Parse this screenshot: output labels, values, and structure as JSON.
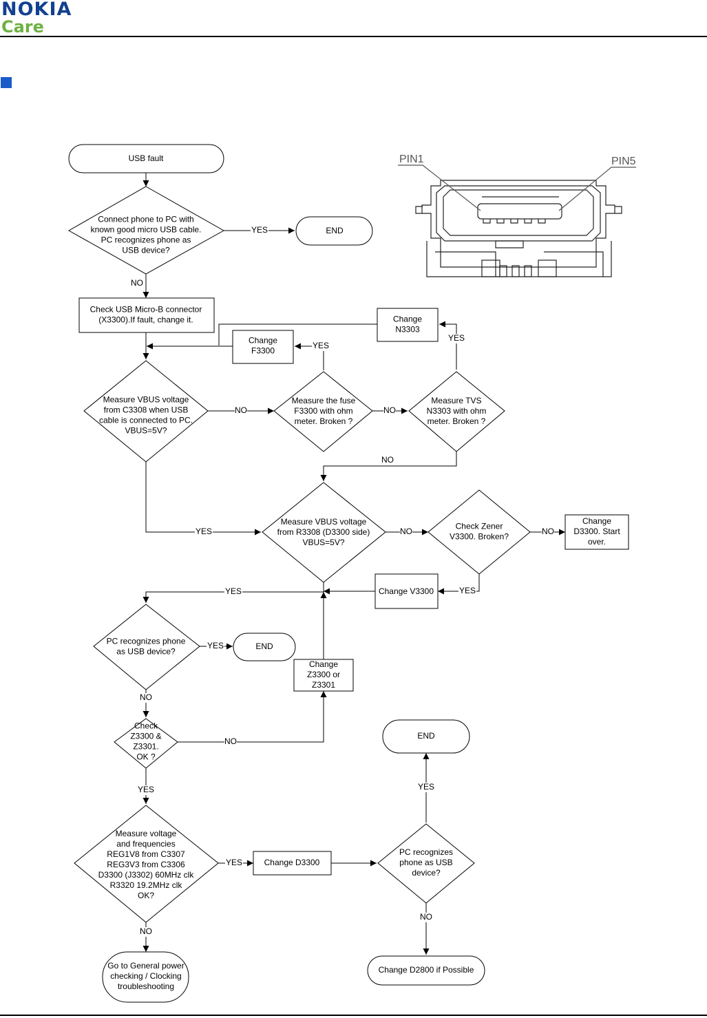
{
  "header": {
    "brand_name": "NOKIA",
    "brand_sub": "Care",
    "brand_color": "#124191",
    "care_color": "#6fb043",
    "rule_color": "#000000",
    "section_marker_color": "#1a5bc8"
  },
  "flowchart": {
    "nodes": {
      "usb_fault": [
        "USB fault"
      ],
      "connect_pc": [
        "Connect phone to PC with",
        "known good micro USB cable.",
        "PC recognizes phone as",
        "USB device?"
      ],
      "end_1": [
        "END"
      ],
      "check_connector": [
        "Check USB Micro-B connector",
        "(X3300).If fault, change it."
      ],
      "change_n3303": [
        "Change",
        "N3303"
      ],
      "change_f3300": [
        "Change",
        "F3300"
      ],
      "measure_vbus_c3308": [
        "Measure VBUS voltage",
        "from C3308 when USB",
        "cable is connected to PC.",
        "VBUS=5V?"
      ],
      "measure_fuse": [
        "Measure the fuse",
        "F3300 with ohm",
        "meter. Broken ?"
      ],
      "measure_tvs": [
        "Measure TVS",
        "N3303 with ohm",
        "meter. Broken ?"
      ],
      "measure_vbus_r3308": [
        "Measure VBUS voltage",
        "from R3308 (D3300 side)",
        "VBUS=5V?"
      ],
      "check_zener": [
        "Check Zener",
        "V3300. Broken?"
      ],
      "change_d3300_start": [
        "Change",
        "D3300. Start",
        "over."
      ],
      "change_v3300": [
        "Change V3300"
      ],
      "pc_recognizes_1": [
        "PC recognizes phone",
        "as USB device?"
      ],
      "end_2": [
        "END"
      ],
      "change_z3300": [
        "Change",
        "Z3300 or",
        "Z3301"
      ],
      "check_z3300": [
        "Check",
        "Z3300 &",
        "Z3301.",
        "OK ?"
      ],
      "measure_voltage_freq": [
        "Measure voltage",
        "and frequencies",
        "REG1V8 from C3307",
        "REG3V3 from C3306",
        "D3300 (J3302) 60MHz clk",
        "R3320 19.2MHz clk",
        "OK?"
      ],
      "change_d3300": [
        "Change D3300"
      ],
      "pc_recognizes_2": [
        "PC recognizes",
        "phone as USB",
        "device?"
      ],
      "end_3": [
        "END"
      ],
      "general_power": [
        "Go to General power",
        "checking / Clocking",
        "troubleshooting"
      ],
      "change_d2800": [
        "Change D2800 if Possible"
      ]
    },
    "edge_labels": {
      "yes": "YES",
      "no": "NO"
    },
    "connector_pins": {
      "pin1": "PIN1",
      "pin5": "PIN5"
    }
  }
}
